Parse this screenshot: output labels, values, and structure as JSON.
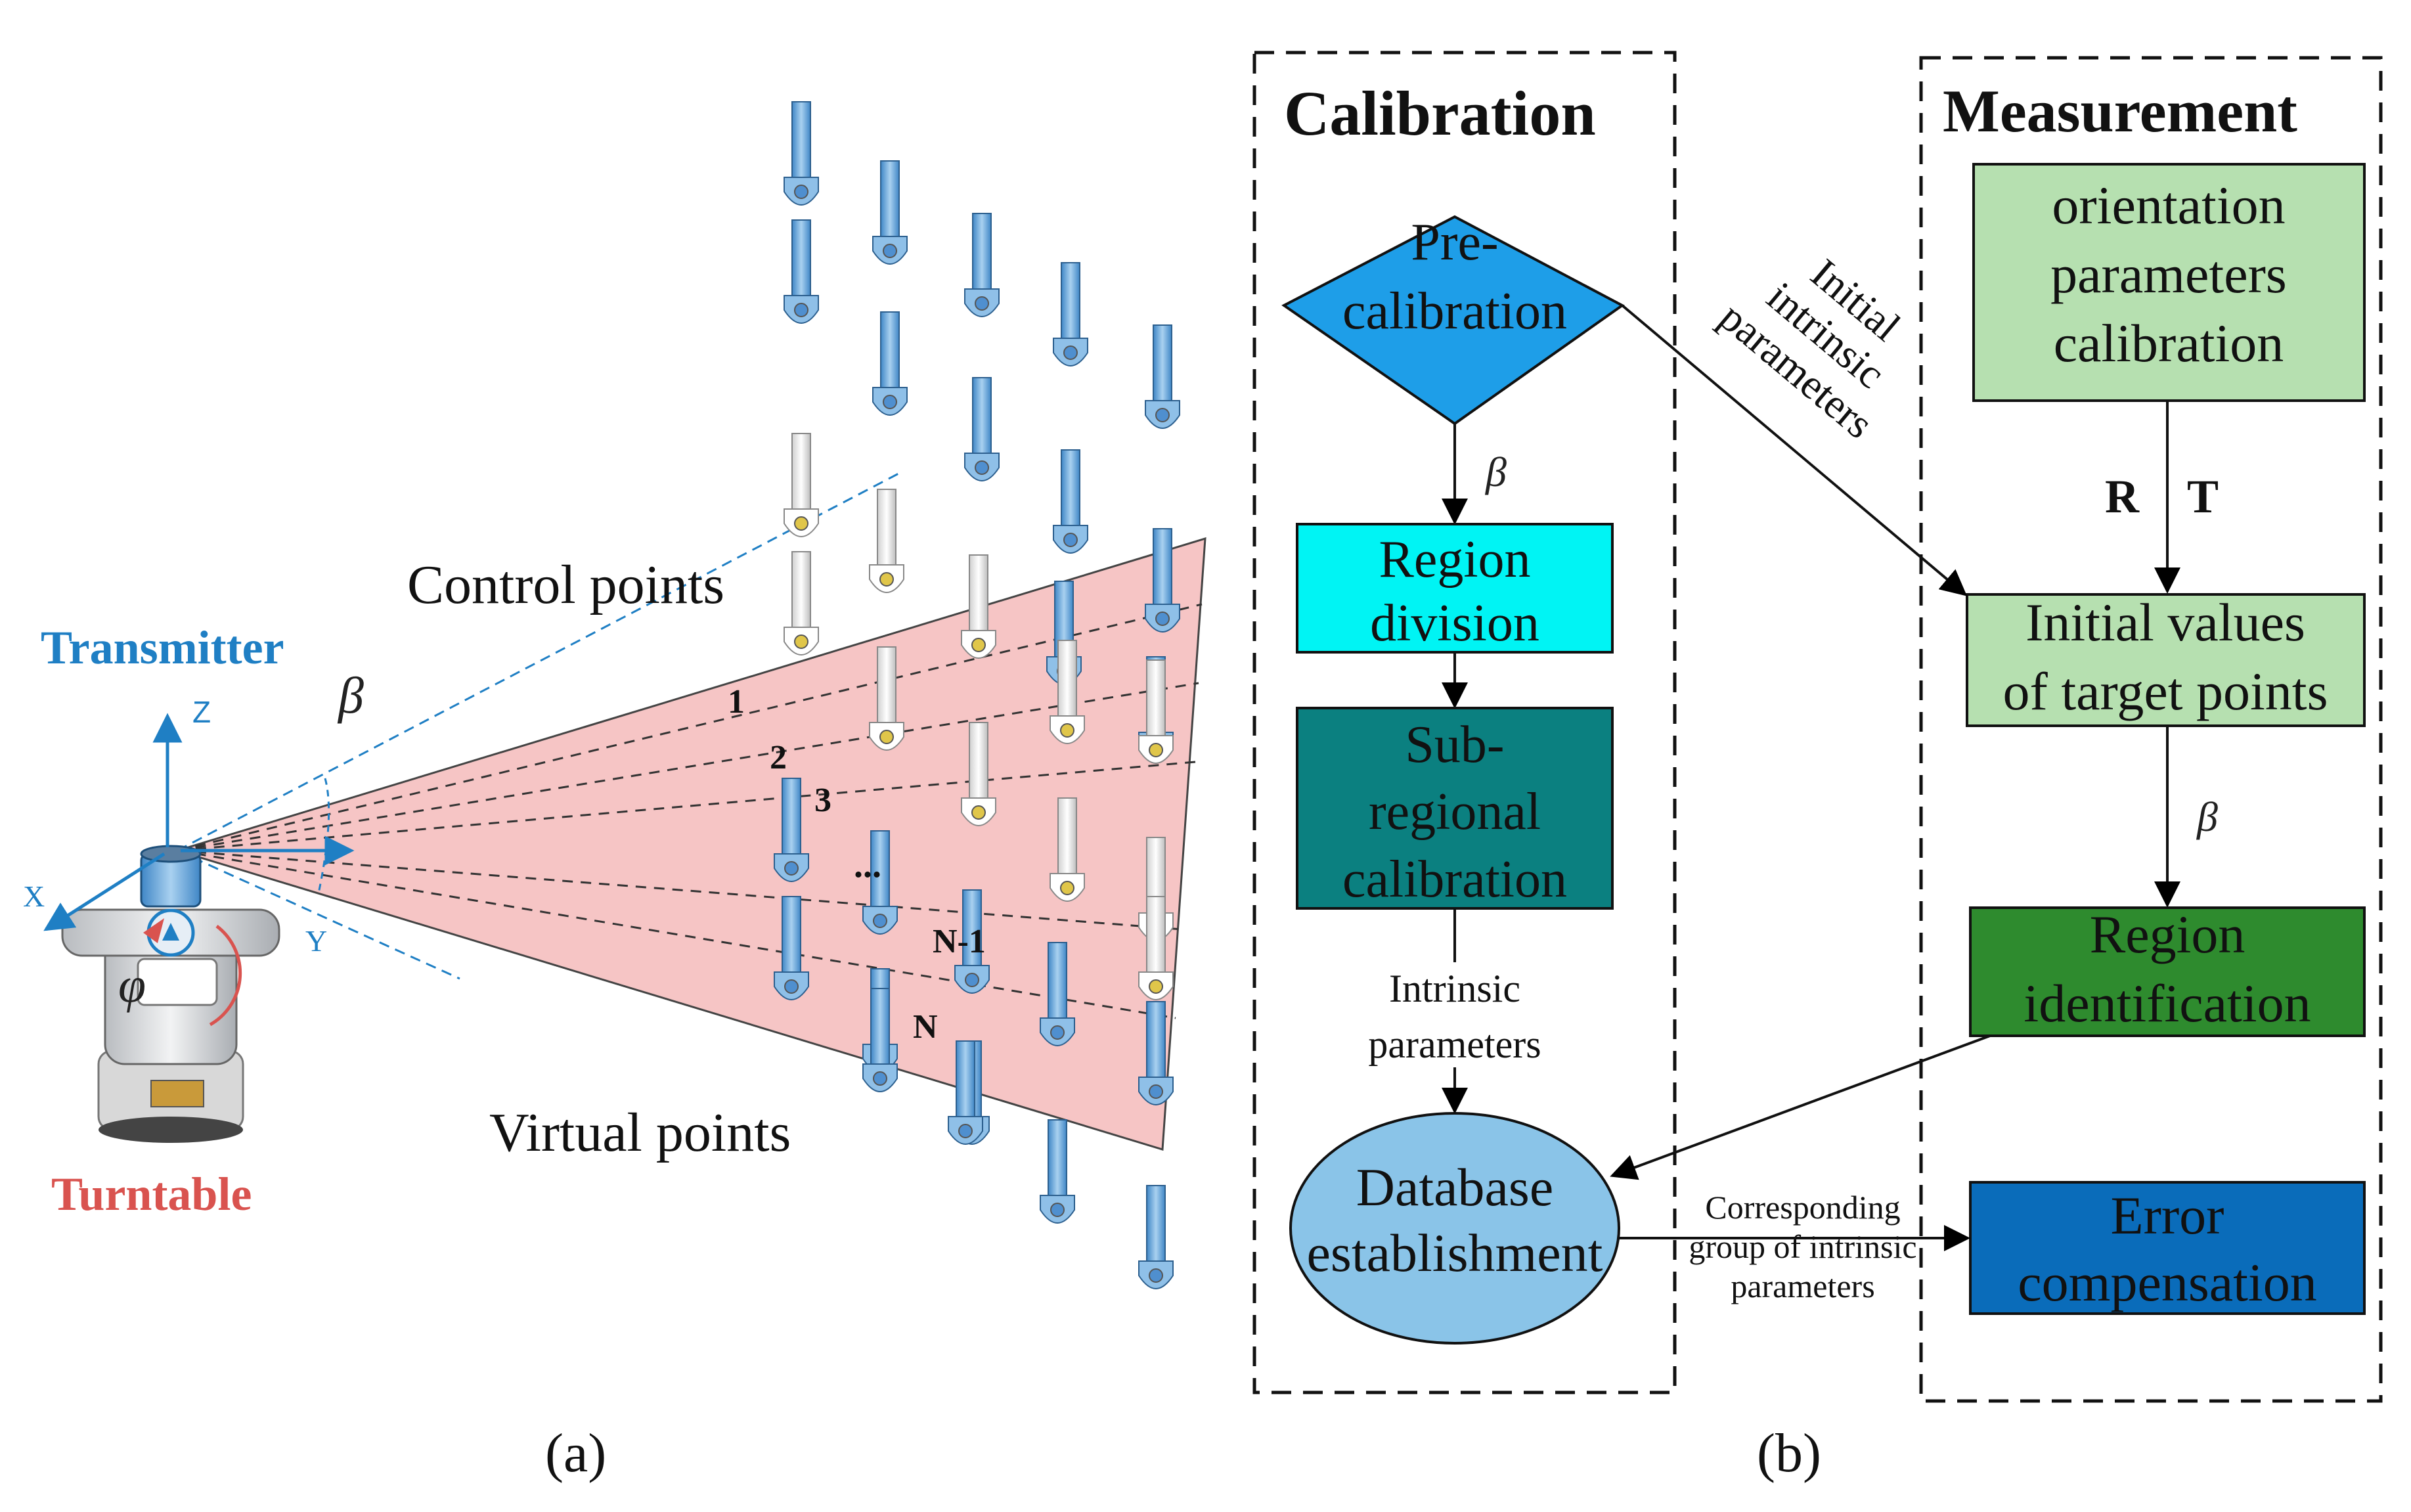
{
  "panel_a": {
    "caption": "(a)",
    "transmitter_label": "Transmitter",
    "turntable_label": "Turntable",
    "control_points_label": "Control points",
    "virtual_points_label": "Virtual points",
    "angle_beta": "β",
    "angle_phi": "φ",
    "axis_x": "X",
    "axis_y": "Y",
    "axis_z": "Z",
    "region_labels": [
      "1",
      "2",
      "3",
      "...",
      "N-1",
      "N"
    ],
    "colors": {
      "transmitter": "#1f7fc4",
      "turntable": "#d9534f",
      "sector_fill": "#f6c5c5",
      "axis_blue": "#1f7fc4",
      "control_point": "#ffffff",
      "virtual_point": "#6fa8dc"
    }
  },
  "panel_b": {
    "caption": "(b)",
    "calibration": {
      "title": "Calibration",
      "pre_calibration": "Pre-calibration",
      "pre_line1": "Pre-",
      "pre_line2": "calibration",
      "beta": "β",
      "region_division_1": "Region",
      "region_division_2": "division",
      "subregional_1": "Sub-",
      "subregional_2": "regional",
      "subregional_3": "calibration",
      "intrinsic_1": "Intrinsic",
      "intrinsic_2": "parameters",
      "database_1": "Database",
      "database_2": "establishment"
    },
    "measurement": {
      "title": "Measurement",
      "orientation_1": "orientation",
      "orientation_2": "parameters",
      "orientation_3": "calibration",
      "r_label": "R",
      "t_label": "T",
      "initial_values_1": "Initial values",
      "initial_values_2": "of target points",
      "beta": "β",
      "region_id_1": "Region",
      "region_id_2": "identification",
      "error_comp_1": "Error",
      "error_comp_2": "compensation"
    },
    "cross_links": {
      "initial_intrinsic_1": "Initial",
      "initial_intrinsic_2": "intrinsic",
      "initial_intrinsic_3": "parameters",
      "corresponding_1": "Corresponding",
      "corresponding_2": "group of intrinsic",
      "corresponding_3": "parameters"
    },
    "colors": {
      "pre_calibration": "#1e9ee8",
      "region_division": "#00f4f4",
      "subregional": "#0b8080",
      "database": "#8ac4e8",
      "orientation": "#b6e0b0",
      "initial_values": "#b6e0b0",
      "region_identification": "#2e8b2e",
      "error_compensation": "#0a6cba"
    }
  }
}
